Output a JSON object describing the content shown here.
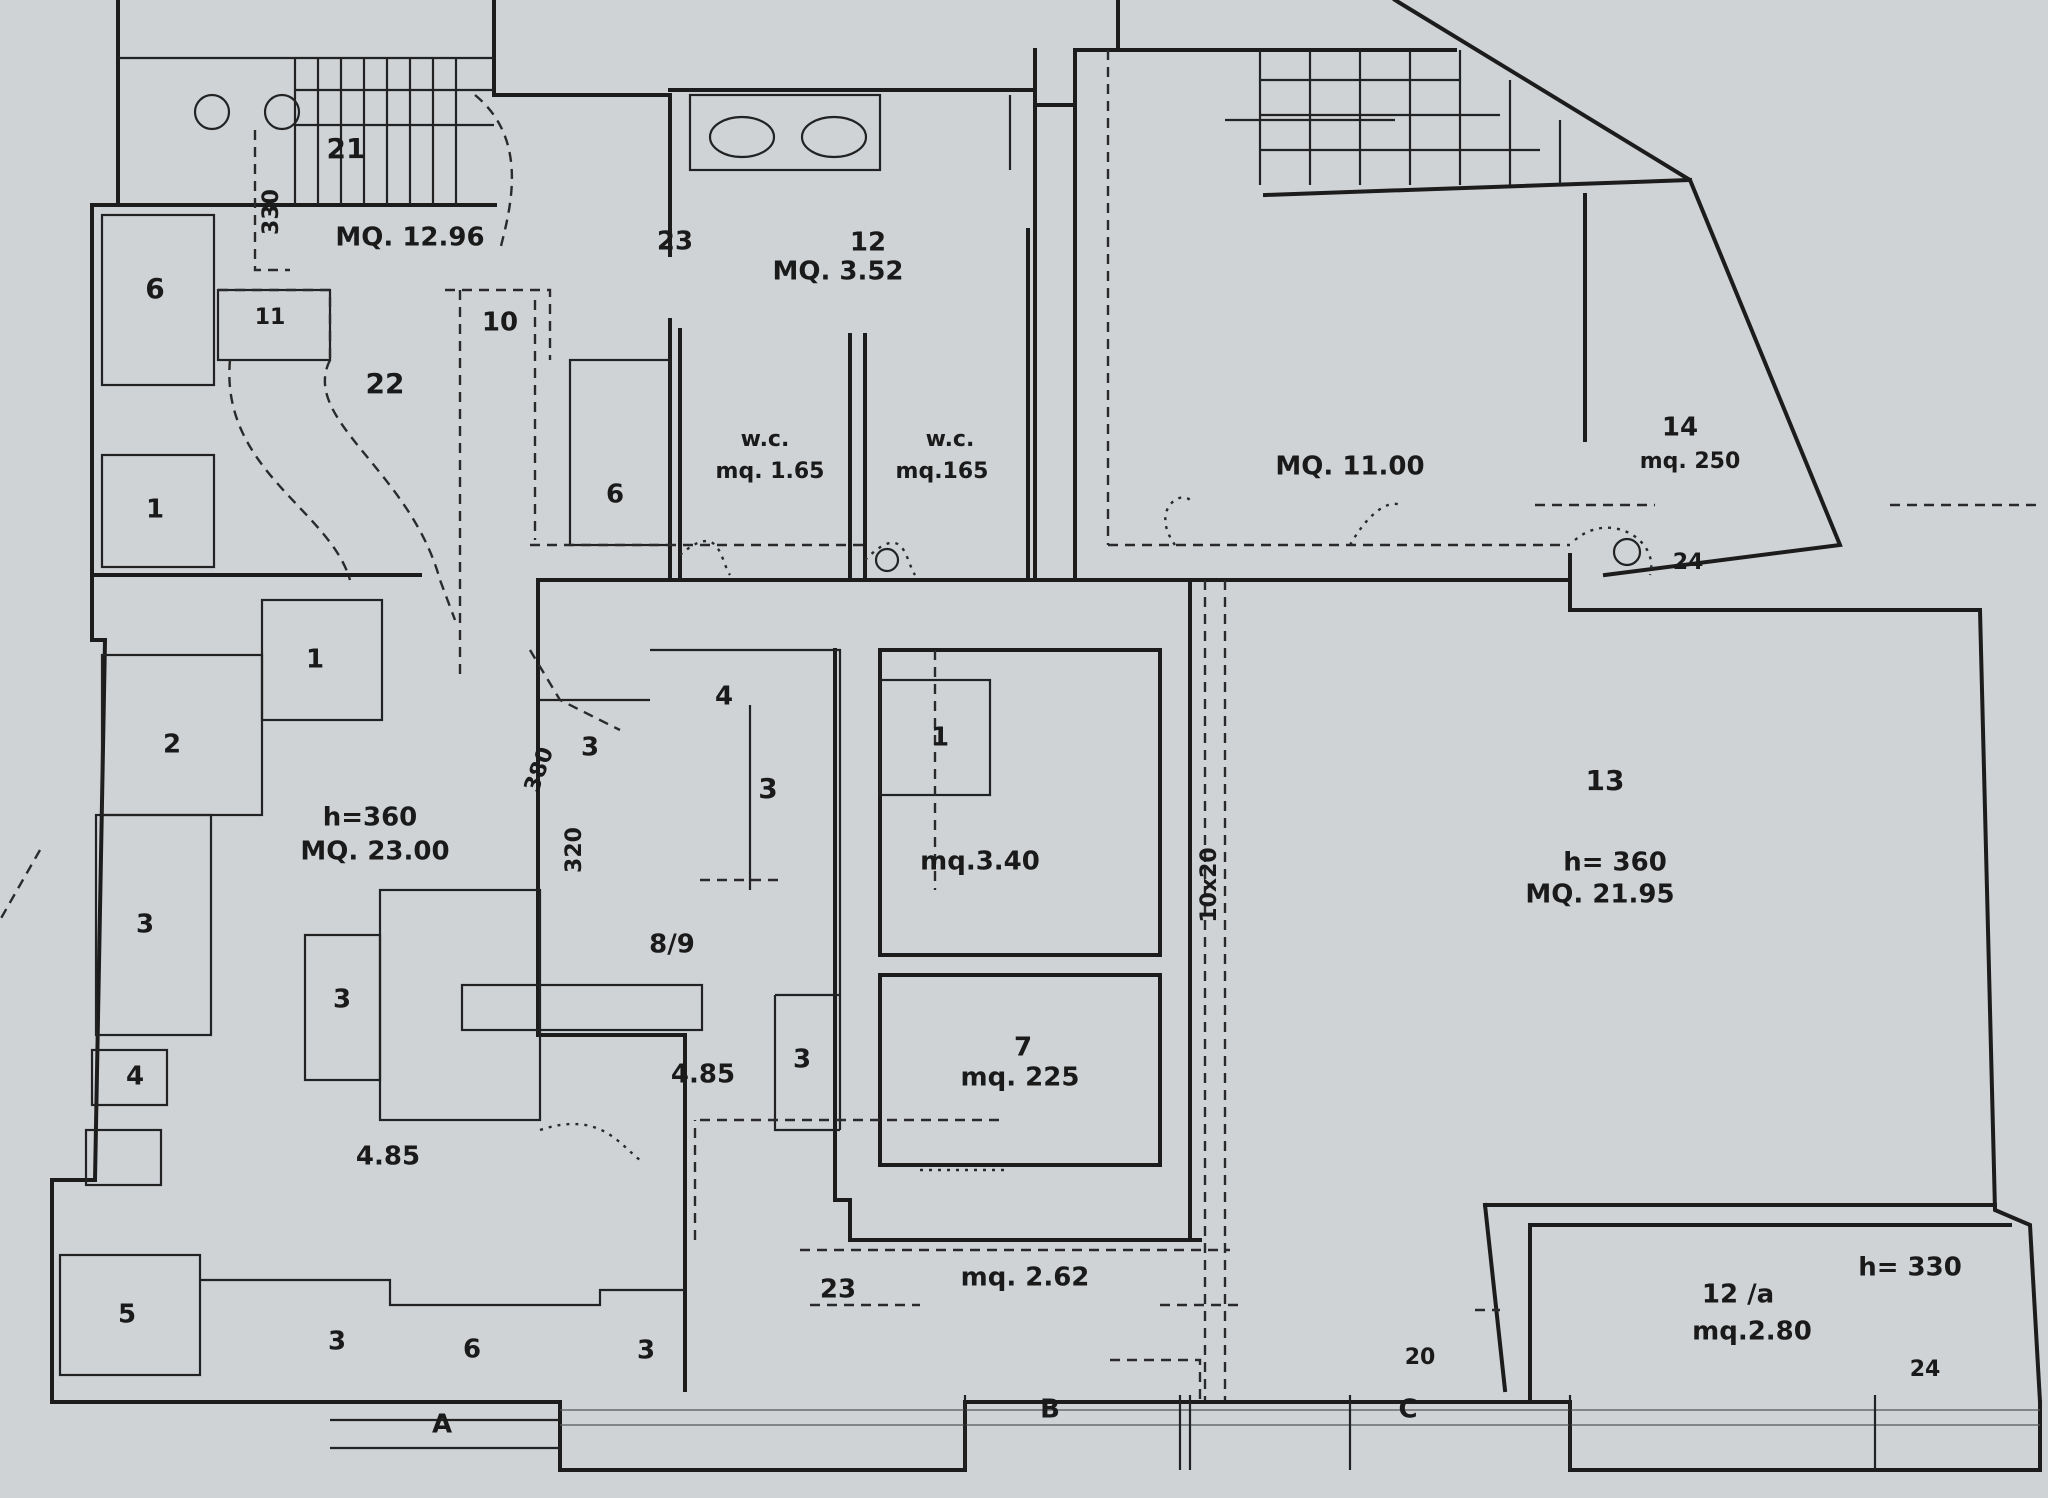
{
  "plan": {
    "stair_room": {
      "number": "21",
      "area": "MQ. 12.96"
    },
    "kitchen": {
      "number": "22",
      "h": "h=360",
      "area": "MQ. 23.00",
      "dim_a": "4.85",
      "dim_b": "4.85"
    },
    "bath_block": {
      "number": "12",
      "area": "MQ. 3.52",
      "tag": "23"
    },
    "wc_left": {
      "name": "w.c.",
      "area": "mq. 1.65"
    },
    "wc_right": {
      "name": "w.c.",
      "area": "mq.165"
    },
    "room_upper_right": {
      "area": "MQ. 11.00"
    },
    "room_14": {
      "number": "14",
      "area": "mq. 250",
      "tag": "24"
    },
    "room_13": {
      "number": "13",
      "h": "h= 360",
      "area": "MQ. 21.95"
    },
    "room_mid": {
      "area": "mq.3.40"
    },
    "room_7": {
      "number": "7",
      "area": "mq. 225"
    },
    "corridor": {
      "area": "mq. 2.62",
      "tag": "23"
    },
    "room_12a": {
      "number": "12 /a",
      "h": "h= 330",
      "area": "mq.2.80",
      "tag_20": "20",
      "tag_24": "24"
    },
    "doors": {
      "a": "A",
      "b": "B",
      "c": "C"
    },
    "items": {
      "i6_top": "6",
      "i11": "11",
      "i10": "10",
      "i1_left": "1",
      "i6_mid": "6",
      "i1_mid": "1",
      "i2": "2",
      "i3_left": "3",
      "i3_a": "3",
      "i4_a": "4",
      "i3_b": "3",
      "i3_stove": "3",
      "i89": "8/9",
      "i3_c": "3",
      "i4_left": "4",
      "i5": "5",
      "i3_bl": "3",
      "i6_bl": "6",
      "i3_br": "3",
      "i1_room": "1",
      "dim_330": "330",
      "dim_380": "380",
      "dim_320": "320",
      "dim_30x20": "10x20"
    }
  }
}
